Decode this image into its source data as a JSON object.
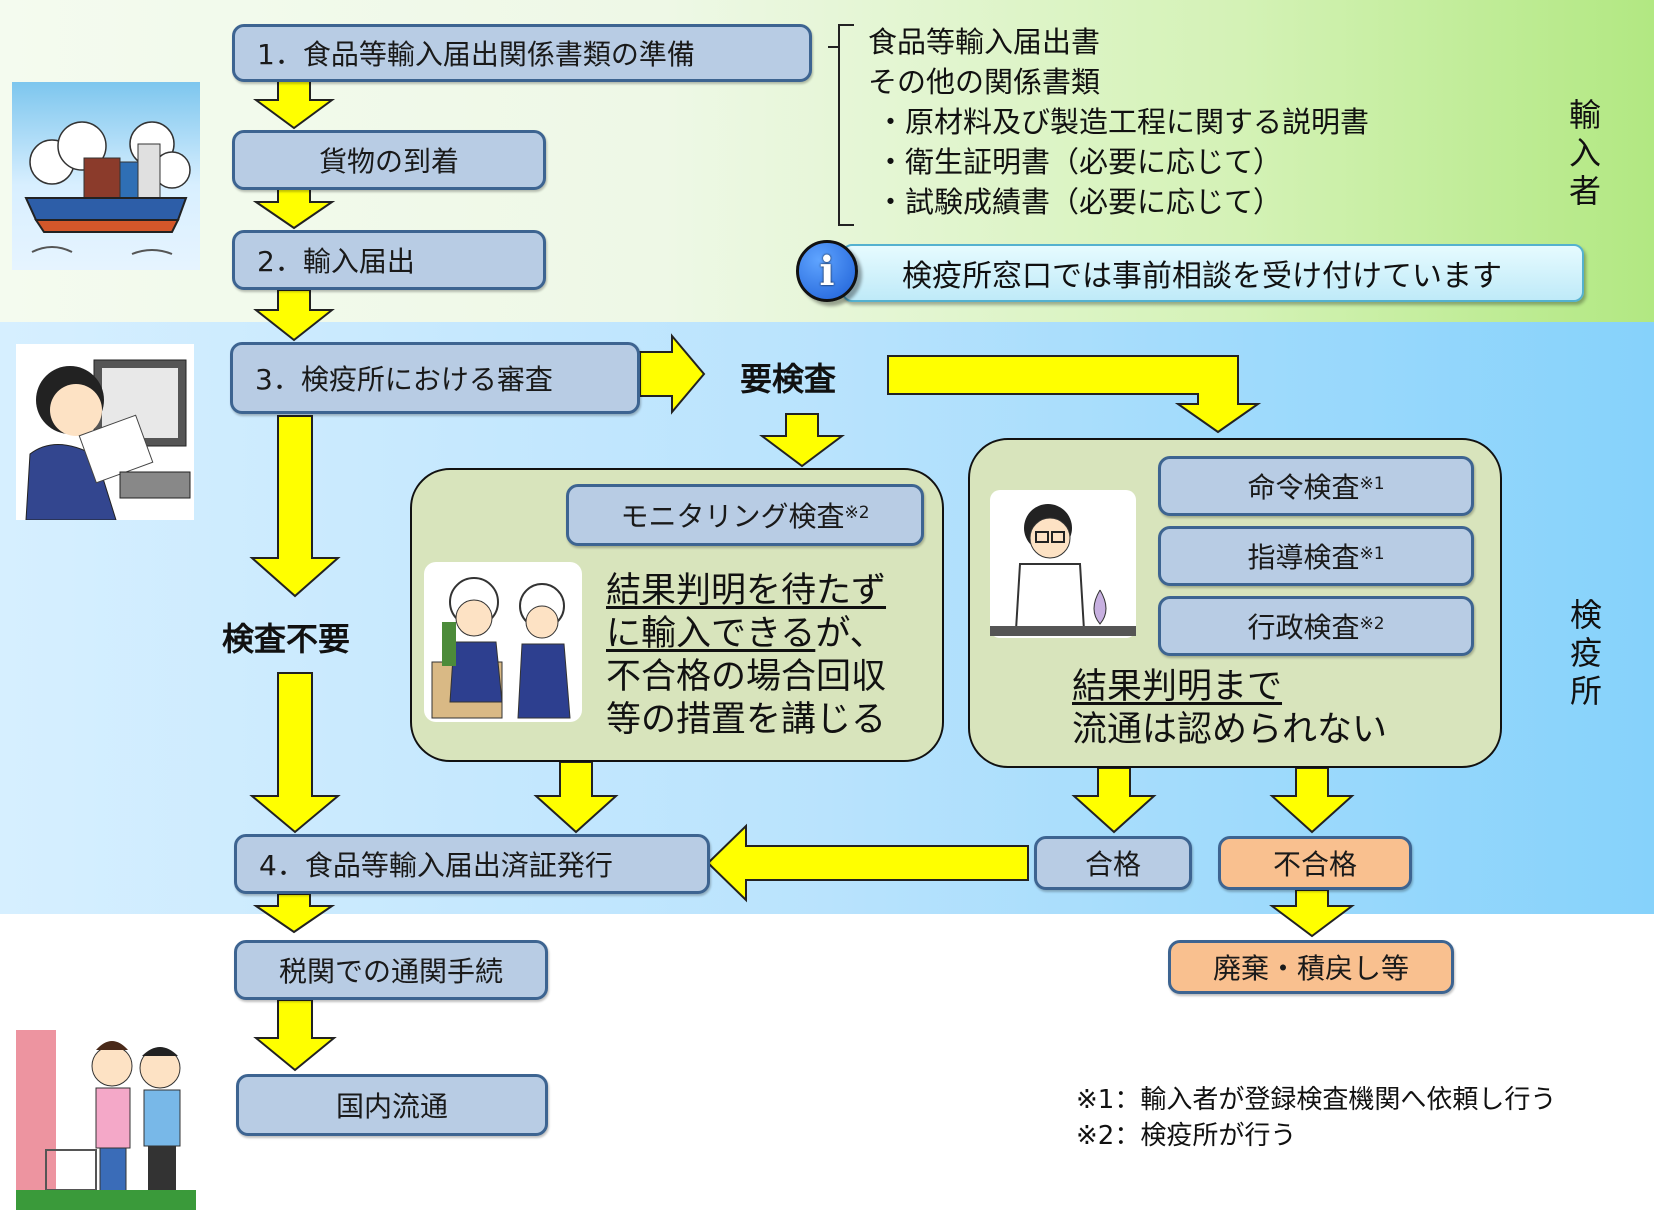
{
  "colors": {
    "step_box_fill": "#b8cce4",
    "step_box_border": "#3d6491",
    "fail_box_fill": "#f9c08f",
    "arrow_fill": "#ffff00",
    "panel_fill": "#d8e4bc",
    "importer_band": "#d4f2b6",
    "quarantine_band": "#b9e3fd"
  },
  "zones": {
    "importer": "輸入者",
    "quarantine": "検疫所"
  },
  "steps": {
    "step1": "1．食品等輸入届出関係書類の準備",
    "arrival": "貨物の到着",
    "step2": "2．輸入届出",
    "step3": "3．検疫所における審査",
    "step4": "4．食品等輸入届出済証発行",
    "customs": "税関での通関手続",
    "domestic": "国内流通"
  },
  "documents": {
    "line1": "食品等輸入届出書",
    "line2": "その他の関係書類",
    "items": [
      "・原材料及び製造工程に関する説明書",
      "・衛生証明書（必要に応じて）",
      "・試験成績書（必要に応じて）"
    ]
  },
  "info": {
    "icon": "info-icon",
    "text": "検疫所窓口では事前相談を受け付けています"
  },
  "decision": {
    "inspection_required": "要検査",
    "no_inspection": "検査不要"
  },
  "monitoring": {
    "title": "モニタリング検査",
    "note_mark": "※2",
    "text_underlined_1": "結果判明を待たず",
    "text_underlined_2": "に輸入できる",
    "text_rest_2": "が、",
    "text_3": "不合格の場合回収",
    "text_4": "等の措置を講じる"
  },
  "inspections": {
    "items": [
      {
        "label": "命令検査",
        "note_mark": "※1"
      },
      {
        "label": "指導検査",
        "note_mark": "※1"
      },
      {
        "label": "行政検査",
        "note_mark": "※2"
      }
    ],
    "text_underlined": "結果判明まで",
    "text_2": "流通は認められない"
  },
  "results": {
    "pass": "合格",
    "fail": "不合格",
    "fail_action": "廃棄・積戻し等"
  },
  "footnotes": [
    "※1：輸入者が登録検査機関へ依頼し行う",
    "※2：検疫所が行う"
  ],
  "illustrations": {
    "ship": "cargo-ship-illustration",
    "officer": "officer-at-computer-illustration",
    "inspectors": "field-inspectors-illustration",
    "scientist": "lab-scientist-illustration",
    "shoppers": "shoppers-illustration"
  }
}
